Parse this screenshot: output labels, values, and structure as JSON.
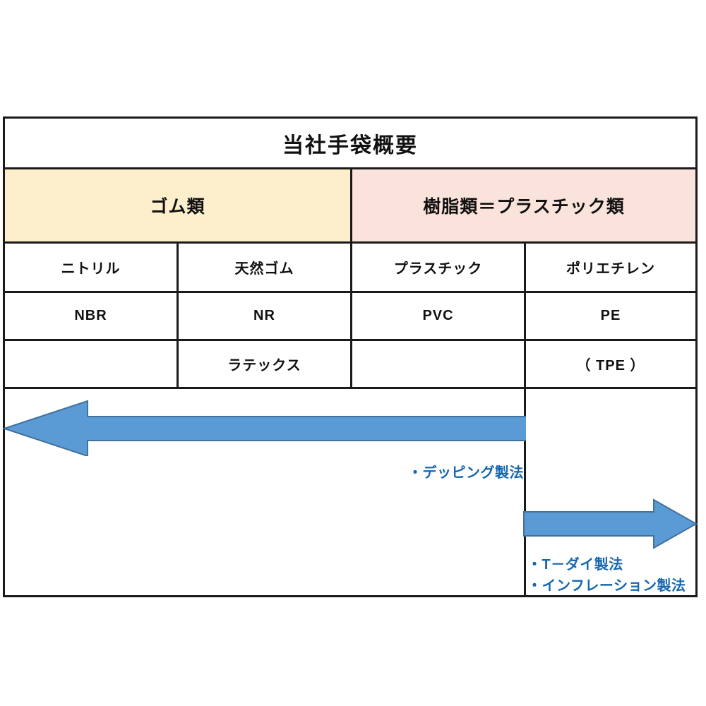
{
  "diagram": {
    "title": "当社手袋概要",
    "categories": [
      {
        "label": "ゴム類",
        "color": "#fdefcc"
      },
      {
        "label": "樹脂類＝プラスチック類",
        "color": "#fae3da"
      }
    ],
    "columns": [
      {
        "name": "ニトリル",
        "abbr": "NBR",
        "extra": ""
      },
      {
        "name": "天然ゴム",
        "abbr": "NR",
        "extra": "ラテックス"
      },
      {
        "name": "プラスチック",
        "abbr": "PVC",
        "extra": ""
      },
      {
        "name": "ポリエチレン",
        "abbr": "PE",
        "extra": "（ TPE ）"
      }
    ],
    "rows": [
      [
        "ニトリル",
        "天然ゴム",
        "プラスチック",
        "ポリエチレン"
      ],
      [
        "NBR",
        "NR",
        "PVC",
        "PE"
      ],
      [
        "",
        "ラテックス",
        "",
        "（ TPE ）"
      ]
    ],
    "arrows": [
      {
        "name": "dipping-arrow",
        "direction": "left",
        "color": "#5b9bd5",
        "stroke": "#41719c"
      },
      {
        "name": "extrusion-arrow",
        "direction": "right",
        "color": "#5b9bd5",
        "stroke": "#41719c"
      }
    ],
    "annotations": {
      "dipping": "・デッピング製法",
      "t_die": "・T－ダイ製法",
      "inflation": "・インフレーション製法",
      "color": "#1667b0"
    }
  }
}
